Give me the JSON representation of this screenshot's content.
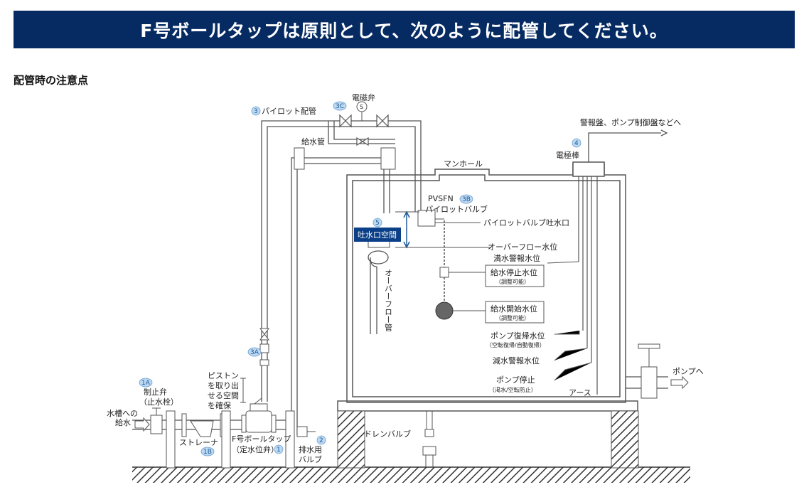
{
  "header": {
    "title": "F号ボールタップは原則として、次のように配管してください。"
  },
  "section": {
    "title": "配管時の注意点"
  },
  "diagram": {
    "labels": {
      "pilot_pipe": "パイロット配管",
      "solenoid_valve": "電磁弁",
      "solenoid_symbol": "S",
      "supply_pipe": "給水管",
      "manhole": "マンホール",
      "alarm_panel": "警報盤、ポンプ制御盤などへ",
      "electrode": "電極棒",
      "pvsfn": "PVSFN",
      "pilot_valve": "パイロットバルブ",
      "pilot_valve_outlet": "パイロットバルブ吐水口",
      "outlet_gap": "吐水口空間",
      "overflow_level": "オーバーフロー水位",
      "full_alarm": "満水警報水位",
      "stop_level": "給水停止水位",
      "stop_level_note": "（調整可能）",
      "start_level": "給水開始水位",
      "start_level_note": "（調整可能）",
      "overflow_pipe": "オーバーフロー管",
      "pump_restore": "ポンプ復帰水位",
      "pump_restore_note": "（空転復帰/自動復帰）",
      "low_alarm": "減水警報水位",
      "pump_stop": "ポンプ停止",
      "pump_stop_note": "（渇水/空転防止）",
      "earth": "アース",
      "to_pump": "ポンプへ",
      "drain_valve": "ドレンバルブ",
      "piston_space_1": "ピストン",
      "piston_space_2": "を取り出",
      "piston_space_3": "せる空間",
      "piston_space_4": "を確保",
      "stop_valve_1": "制止弁",
      "stop_valve_2": "（止水栓）",
      "water_supply_1": "水槽への",
      "water_supply_2": "給水",
      "strainer": "ストレーナ",
      "ball_tap_1": "F号ボールタップ",
      "ball_tap_2": "（定水位弁）",
      "drain_valve_1": "排水用",
      "drain_valve_2": "バルブ"
    },
    "badges": {
      "b1": "1",
      "b1a": "1A",
      "b1b": "1B",
      "b2": "2",
      "b3": "3",
      "b3a": "3A",
      "b3b": "3B",
      "b3c": "3C",
      "b4": "4",
      "b5": "5"
    },
    "colors": {
      "banner": "#062b63",
      "badge": "#bcd9f2",
      "badge_text": "#1f5a96",
      "gap_box": "#0b3f87"
    }
  }
}
